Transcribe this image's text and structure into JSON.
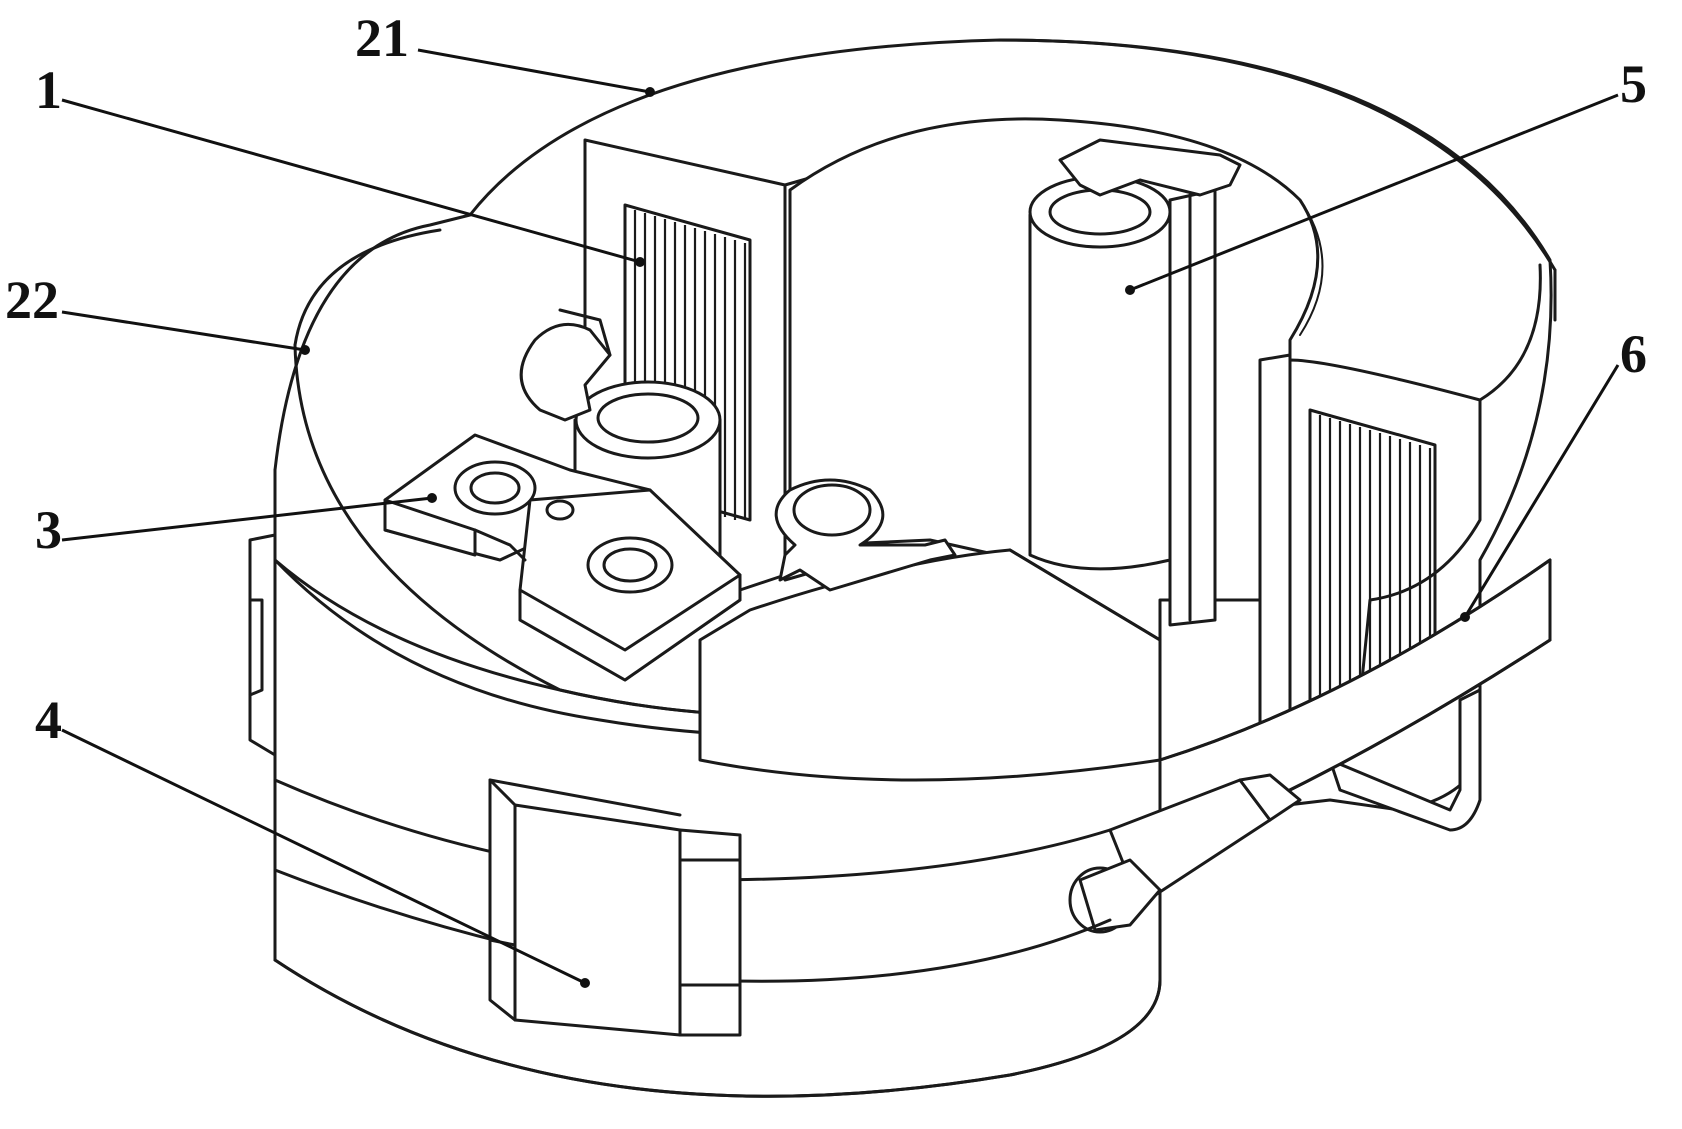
{
  "figure": {
    "callouts": [
      {
        "id": "21",
        "label": "21"
      },
      {
        "id": "1",
        "label": "1"
      },
      {
        "id": "22",
        "label": "22"
      },
      {
        "id": "3",
        "label": "3"
      },
      {
        "id": "4",
        "label": "4"
      },
      {
        "id": "5",
        "label": "5"
      },
      {
        "id": "6",
        "label": "6"
      }
    ]
  }
}
